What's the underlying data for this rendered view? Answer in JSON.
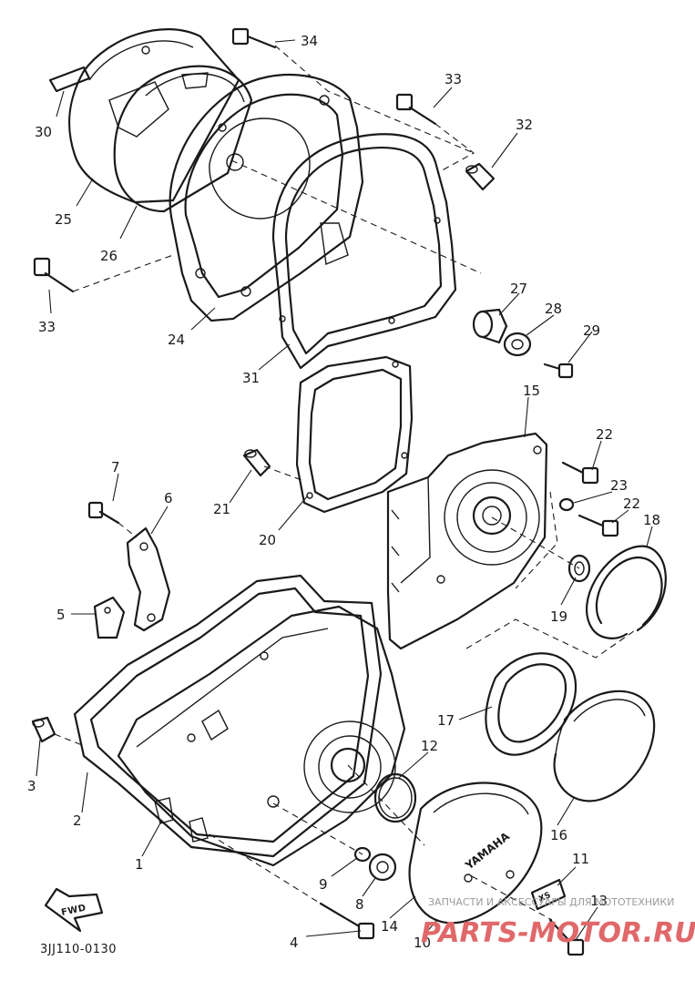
{
  "diagram_code": "3JJ110-0130",
  "fwd_label": "FWD",
  "cover_brand": "YAMAHA",
  "emblem_text": "XS",
  "watermark": {
    "small_text": "ЗАПЧАСТИ И АКСЕССУАРЫ ДЛЯ МОТОТЕХНИКИ",
    "logo_text": "PARTS-MOTOR.RU"
  },
  "callouts": [
    "34",
    "33",
    "32",
    "30",
    "25",
    "26",
    "33",
    "27",
    "28",
    "29",
    "24",
    "31",
    "15",
    "22",
    "7",
    "6",
    "21",
    "23",
    "22",
    "20",
    "18",
    "5",
    "19",
    "17",
    "12",
    "3",
    "2",
    "16",
    "1",
    "11",
    "9",
    "8",
    "13",
    "4",
    "14",
    "10"
  ]
}
